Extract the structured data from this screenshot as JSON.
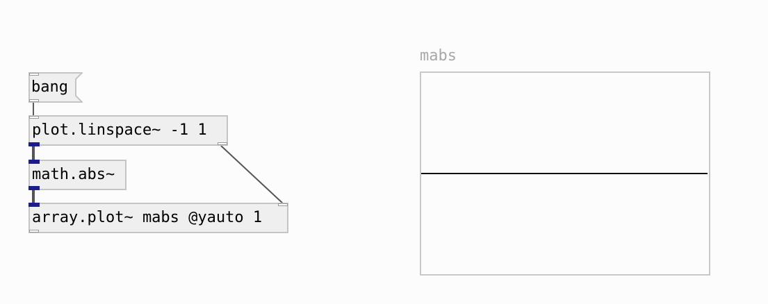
{
  "patch": {
    "bang_msg": "bang",
    "linspace_obj": "plot.linspace~ -1 1",
    "abs_obj": "math.abs~",
    "plot_obj": "array.plot~ mabs @yauto 1"
  },
  "array": {
    "name": "mabs",
    "plot_value": 0.0
  }
}
